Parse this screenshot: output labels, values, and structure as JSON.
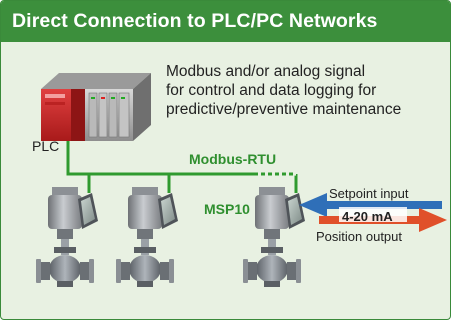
{
  "title": "Direct Connection to PLC/PC Networks",
  "description": [
    "Modbus and/or analog signal",
    "for control and data logging for",
    "predictive/preventive maintenance"
  ],
  "labels": {
    "plc": "PLC",
    "network": "Modbus-RTU",
    "device": "MSP10",
    "setpoint": "Setpoint input",
    "signal": "4-20 mA",
    "position": "Position output"
  },
  "colors": {
    "header": "#3c8f3c",
    "background": "#e8f1e2",
    "accent_text": "#2f8f2f",
    "bus_line": "#2f9a2f",
    "arrow_blue": "#2f6fb8",
    "arrow_red": "#e0502a"
  }
}
